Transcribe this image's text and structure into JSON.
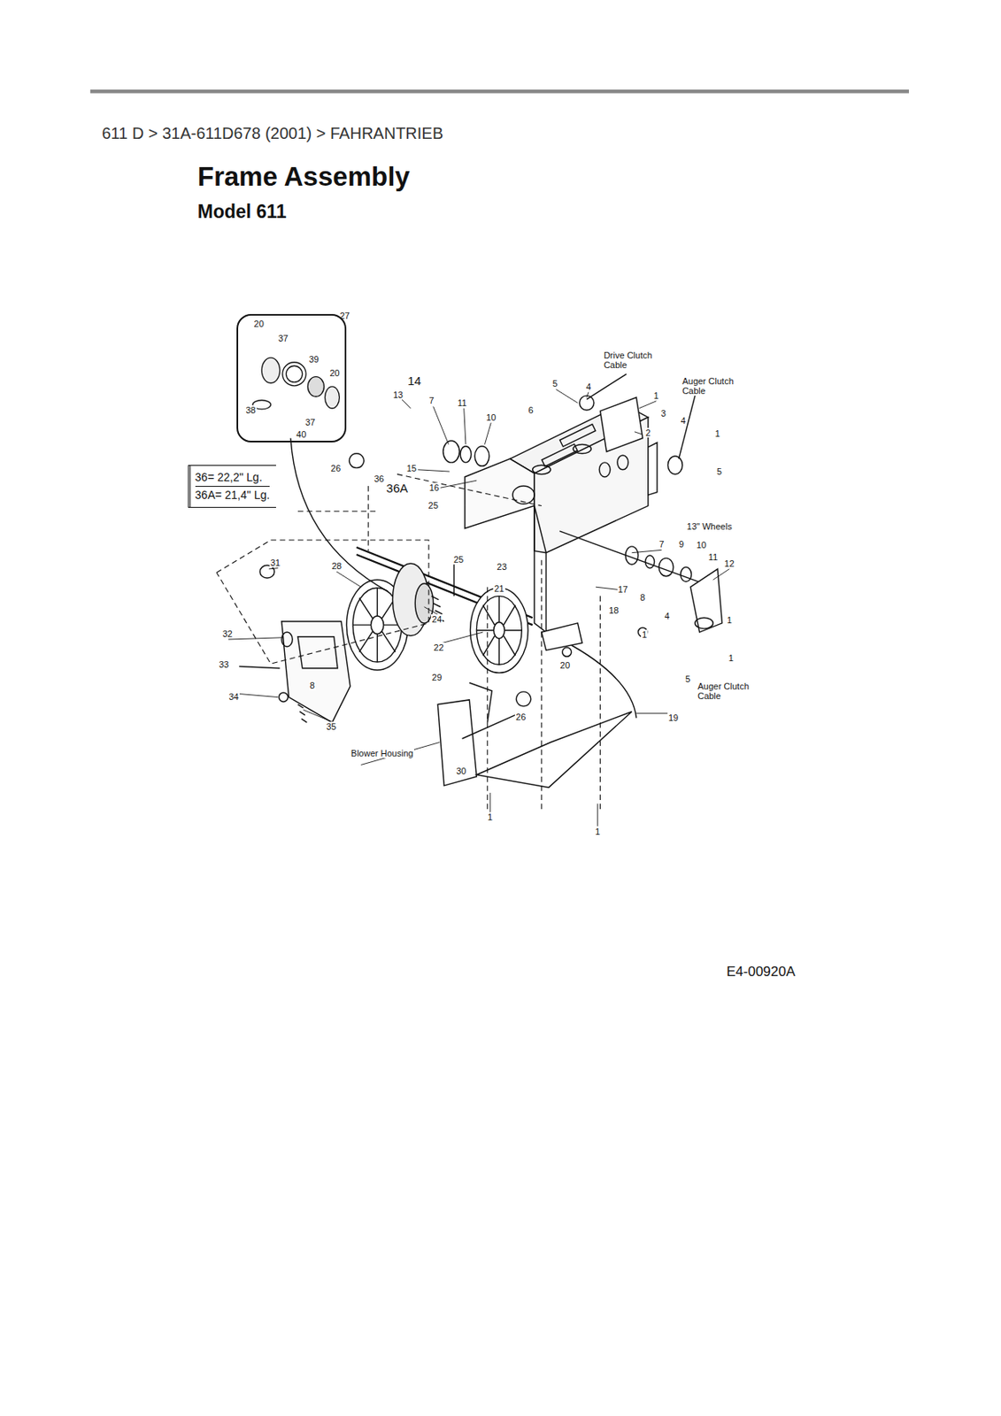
{
  "diagram": {
    "title": "Frame Assembly",
    "nodes": [
      {
        "text": [
          "20",
          "37",
          "39",
          "20",
          "38",
          "37",
          "40"
        ]
      },
      {
        "text": [
          "36= 22,2\" Lg.",
          "36A= 21,4\" Lg."
        ]
      }
    ],
    "labels": [
      "611 D  >  31A-611D678 (2001)  >  FAHRANTRIEB",
      "Model 611",
      "27",
      "36",
      "36A",
      "14",
      "13",
      "7",
      "11",
      "10",
      "6",
      "15",
      "16",
      "5",
      "4",
      "Drive Clutch Cable",
      "Auger Clutch Cable",
      "1",
      "3",
      "4",
      "2",
      "1",
      "5",
      "26",
      "25",
      "13\" Wheels",
      "7",
      "9",
      "10",
      "11",
      "12",
      "31",
      "28",
      "25",
      "23",
      "21",
      "17",
      "8",
      "18",
      "4",
      "1",
      "24",
      "1",
      "22",
      "1",
      "20",
      "32",
      "33",
      "5",
      "Auger Clutch Cable",
      "29",
      "8",
      "34",
      "26",
      "19",
      "35",
      "Blower Housing",
      "30",
      "1",
      "1",
      "E4-00920A"
    ]
  }
}
